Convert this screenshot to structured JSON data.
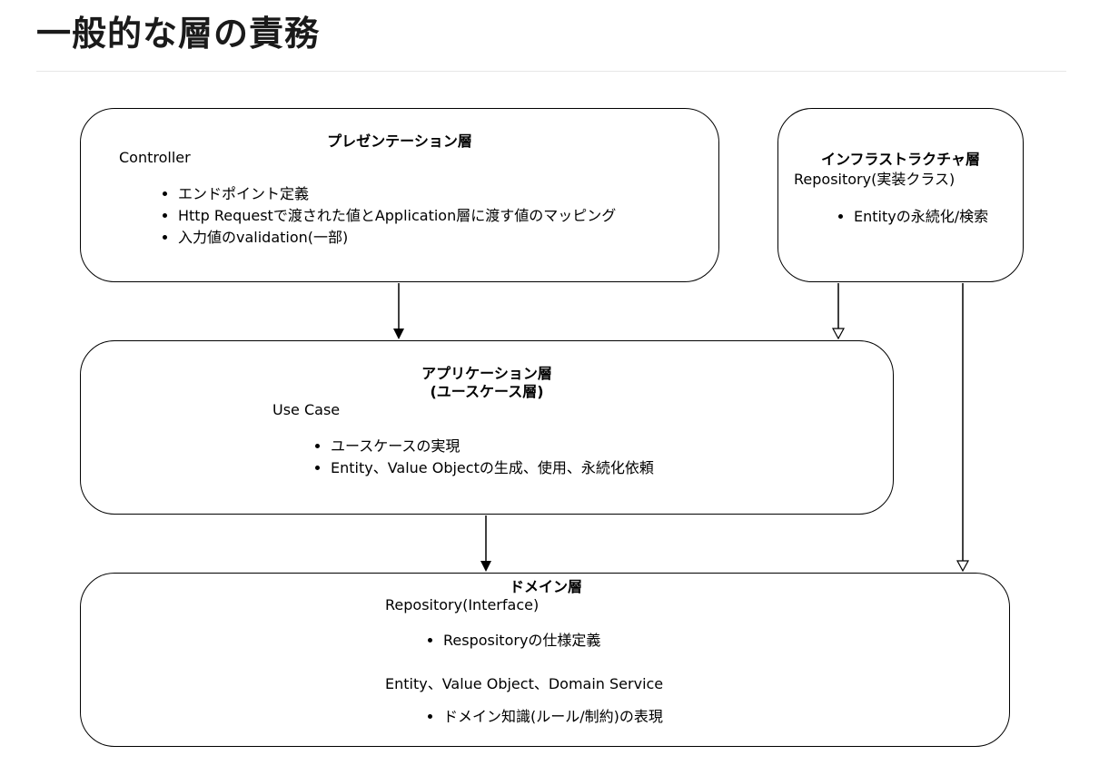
{
  "page_title": "一般的な層の責務",
  "presentation": {
    "title": "プレゼンテーション層",
    "subtitle": "Controller",
    "bullets": [
      "エンドポイント定義",
      "Http Requestで渡された値とApplication層に渡す値のマッピング",
      "入力値のvalidation(一部)"
    ]
  },
  "infrastructure": {
    "title": "インフラストラクチャ層",
    "subtitle": "Repository(実装クラス)",
    "bullets": [
      "Entityの永続化/検索"
    ]
  },
  "application": {
    "title_line1": "アプリケーション層",
    "title_line2": "(ユースケース層)",
    "subtitle": "Use Case",
    "bullets": [
      "ユースケースの実現",
      "Entity、Value Objectの生成、使用、永続化依頼"
    ]
  },
  "domain": {
    "title": "ドメイン層",
    "subtitle1": "Repository(Interface)",
    "bullets1": [
      "Respositoryの仕様定義"
    ],
    "subtitle2": "Entity、Value Object、Domain Service",
    "bullets2": [
      "ドメイン知識(ルール/制約)の表現"
    ]
  }
}
